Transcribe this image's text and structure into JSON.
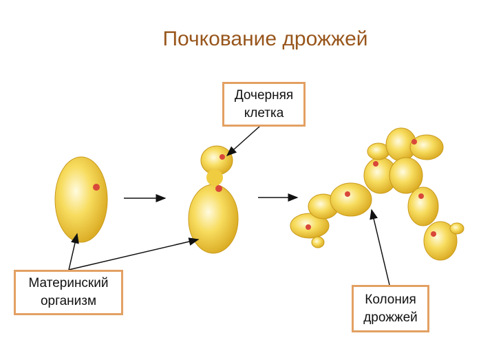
{
  "title": "Почкование дрожжей",
  "labels": {
    "daughter": [
      "Дочерняя",
      "клетка"
    ],
    "mother": [
      "Материнский",
      "организм"
    ],
    "colony": [
      "Колония",
      "дрожжей"
    ]
  },
  "colors": {
    "title": "#98561c",
    "box_border": "#e3a062",
    "cell": "#f3cc3c",
    "nucleus": "#d9473a"
  }
}
